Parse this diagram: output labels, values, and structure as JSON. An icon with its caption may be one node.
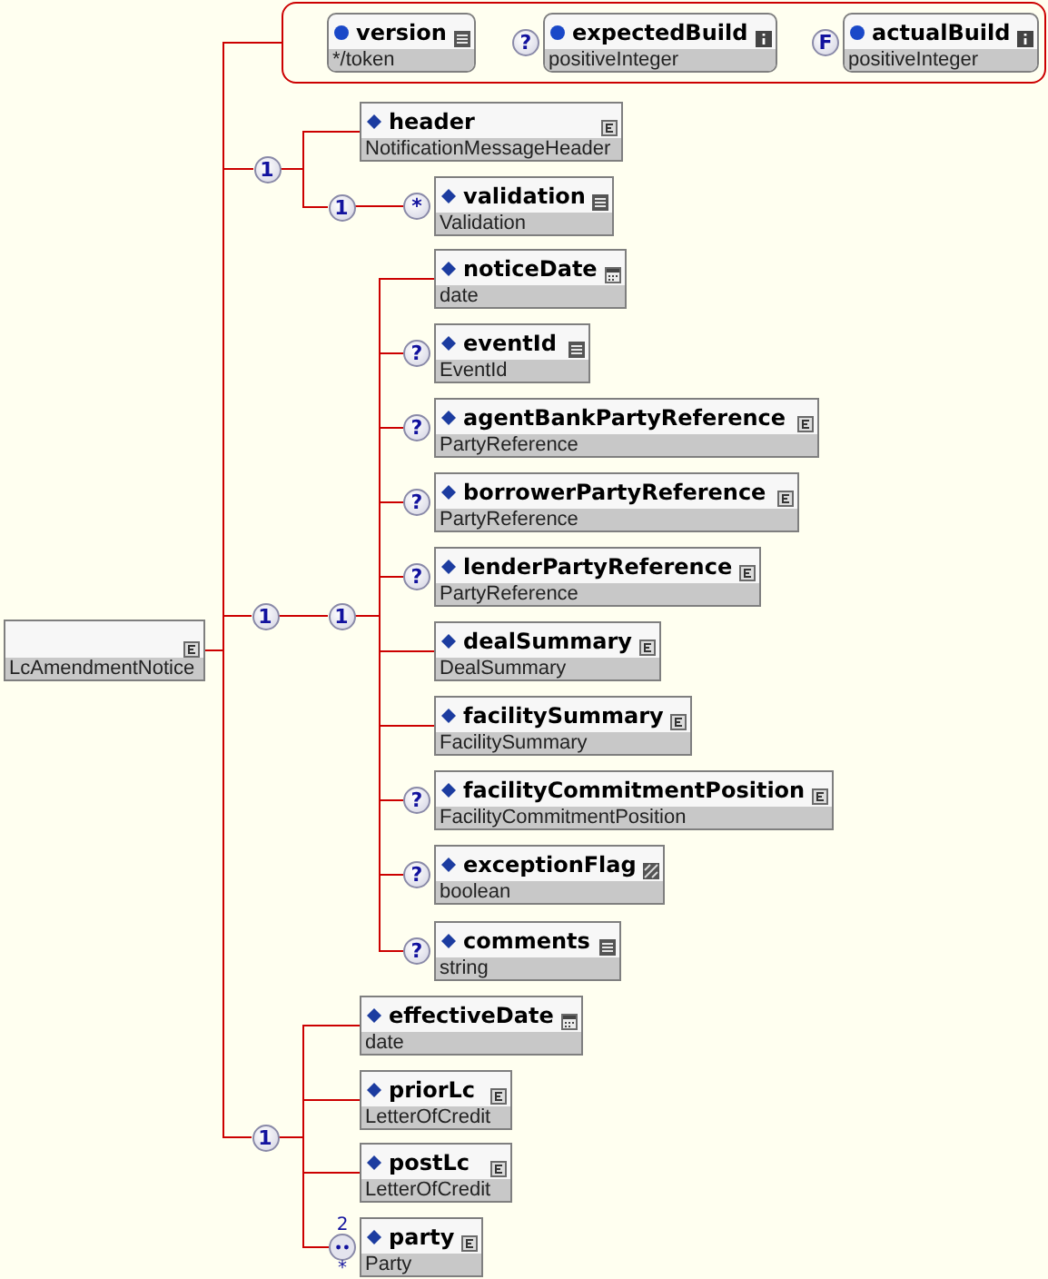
{
  "diagram": {
    "nodes": [
      {
        "text": [
          "LcAmendmentNotice"
        ]
      },
      {
        "text": [],
        "shape": "box"
      },
      {
        "text": [
          "version",
          "*/token"
        ],
        "in": 1
      },
      {
        "text": [
          "expectedBuild",
          "positiveInteger"
        ],
        "in": 1,
        "beside": [
          "?"
        ]
      },
      {
        "text": [
          "actualBuild",
          "positiveInteger"
        ],
        "in": 1,
        "beside": [
          "F"
        ]
      },
      {
        "text": [
          "1"
        ]
      },
      {
        "text": [
          "header",
          "NotificationMessageHeader"
        ]
      },
      {
        "text": [
          "1"
        ]
      },
      {
        "text": [
          "validation",
          "Validation"
        ],
        "beside": [
          "*"
        ]
      },
      {
        "text": [
          "1"
        ]
      },
      {
        "text": [
          "1"
        ]
      },
      {
        "text": [
          "noticeDate",
          "date"
        ]
      },
      {
        "text": [
          "eventId",
          "EventId"
        ],
        "beside": [
          "?"
        ]
      },
      {
        "text": [
          "agentBankPartyReference",
          "PartyReference"
        ],
        "beside": [
          "?"
        ]
      },
      {
        "text": [
          "borrowerPartyReference",
          "PartyReference"
        ],
        "beside": [
          "?"
        ]
      },
      {
        "text": [
          "lenderPartyReference",
          "PartyReference"
        ],
        "beside": [
          "?"
        ]
      },
      {
        "text": [
          "dealSummary",
          "DealSummary"
        ]
      },
      {
        "text": [
          "facilitySummary",
          "FacilitySummary"
        ]
      },
      {
        "text": [
          "facilityCommitmentPosition",
          "FacilityCommitmentPosition"
        ],
        "beside": [
          "?"
        ]
      },
      {
        "text": [
          "exceptionFlag",
          "boolean"
        ],
        "beside": [
          "?"
        ]
      },
      {
        "text": [
          "comments",
          "string"
        ],
        "beside": [
          "?"
        ]
      },
      {
        "text": [
          "1"
        ]
      },
      {
        "text": [
          "effectiveDate",
          "date"
        ]
      },
      {
        "text": [
          "priorLc",
          "LetterOfCredit"
        ]
      },
      {
        "text": [
          "postLc",
          "LetterOfCredit"
        ]
      },
      {
        "text": [
          "party",
          "Party"
        ],
        "beside": [
          "2",
          "*"
        ]
      }
    ],
    "edges": [
      {
        "from": 0,
        "to": 1,
        "arrow": "none"
      },
      {
        "from": 0,
        "to": 5,
        "arrow": "none"
      },
      {
        "from": 0,
        "to": 9,
        "arrow": "none"
      },
      {
        "from": 0,
        "to": 21,
        "arrow": "none"
      },
      {
        "from": 5,
        "to": 6,
        "arrow": "none"
      },
      {
        "from": 5,
        "to": 7,
        "arrow": "none"
      },
      {
        "from": 7,
        "to": 8,
        "arrow": "none"
      },
      {
        "from": 9,
        "to": 10,
        "arrow": "none"
      },
      {
        "from": 10,
        "to": 11,
        "arrow": "none"
      },
      {
        "from": 10,
        "to": 12,
        "arrow": "none"
      },
      {
        "from": 10,
        "to": 13,
        "arrow": "none"
      },
      {
        "from": 10,
        "to": 14,
        "arrow": "none"
      },
      {
        "from": 10,
        "to": 15,
        "arrow": "none"
      },
      {
        "from": 10,
        "to": 16,
        "arrow": "none"
      },
      {
        "from": 10,
        "to": 17,
        "arrow": "none"
      },
      {
        "from": 10,
        "to": 18,
        "arrow": "none"
      },
      {
        "from": 10,
        "to": 19,
        "arrow": "none"
      },
      {
        "from": 10,
        "to": 20,
        "arrow": "none"
      },
      {
        "from": 21,
        "to": 22,
        "arrow": "none"
      },
      {
        "from": 21,
        "to": 23,
        "arrow": "none"
      },
      {
        "from": 21,
        "to": 24,
        "arrow": "none"
      },
      {
        "from": 21,
        "to": 25,
        "arrow": "none"
      }
    ]
  }
}
